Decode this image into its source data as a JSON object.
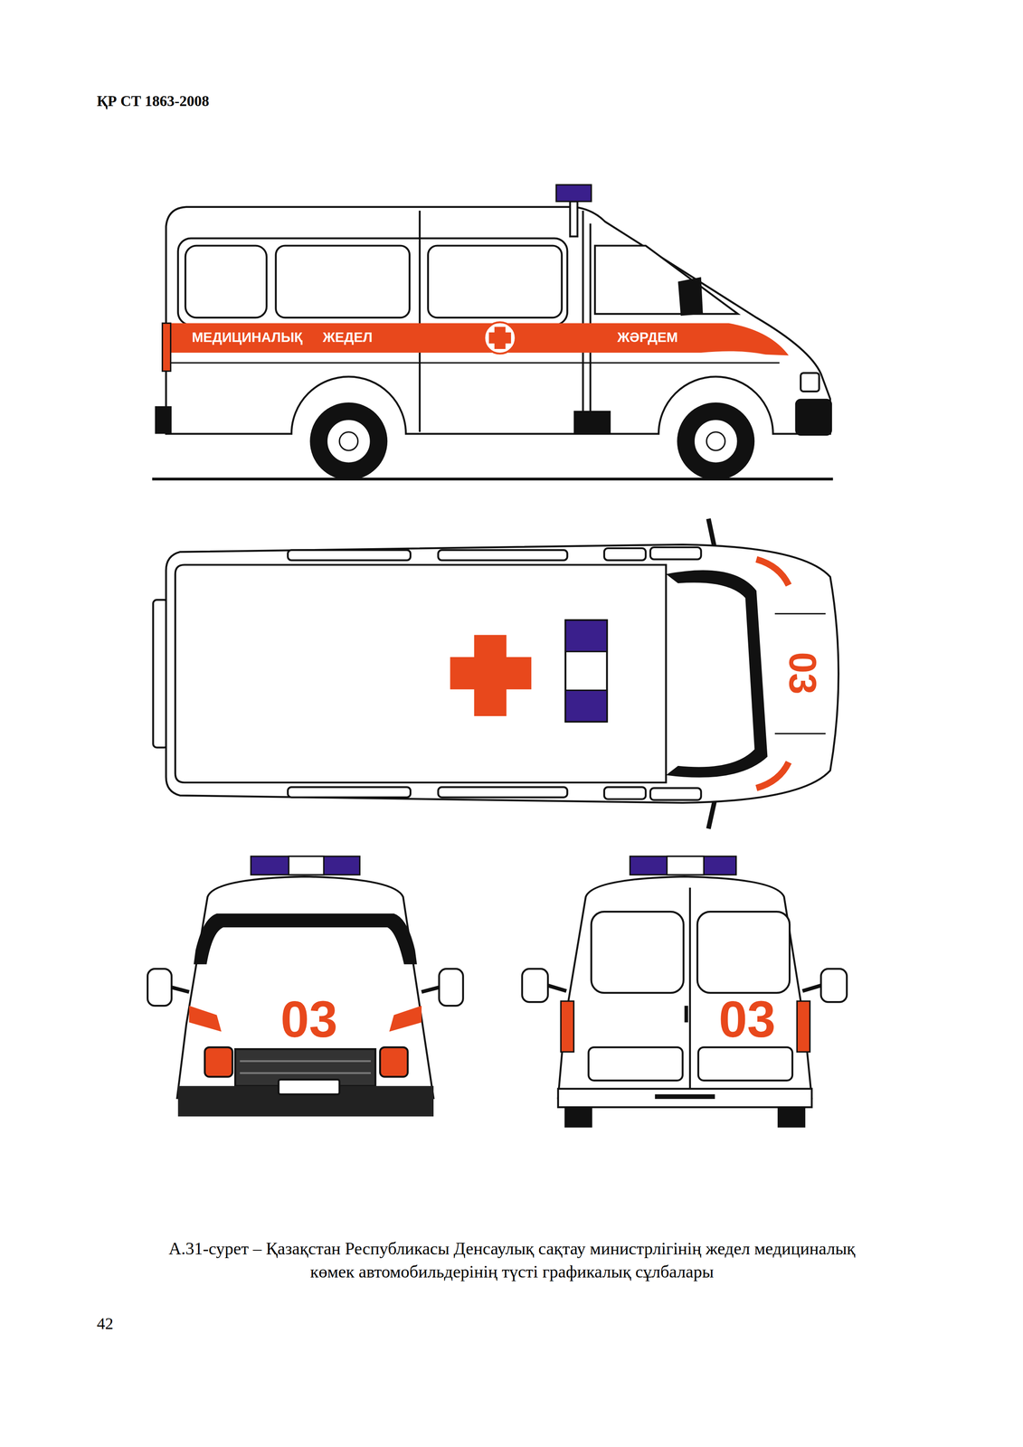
{
  "diagram": {
    "title": "ҚР СТ 1863-2008",
    "caption": "А.31-сурет – Қазақстан Республикасы Денсаулық сақтау министрлігінің жедел медициналық көмек автомобильдерінің түсті графикалық сұлбалары",
    "labels": [
      "МЕДИЦИНАЛЫҚ ЖЕДЕЛ",
      "ЖӘРДЕМ",
      "03",
      "03",
      "03",
      "42"
    ]
  }
}
